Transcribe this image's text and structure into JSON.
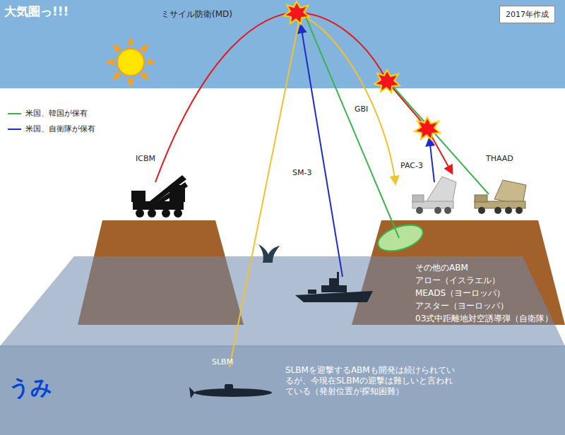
{
  "diagram": {
    "nodes": [
      {
        "text": [
          "2017年作成"
        ]
      }
    ],
    "labels": [
      "大気圏っ!!!",
      "ミサイル防衛(MD)",
      "ICBM",
      "SM-3",
      "GBI",
      "PAC-3",
      "THAAD",
      "その他のABM",
      "アロー（イスラエル）",
      "MEADS（ヨーロッパ）",
      "アスター（ヨーロッパ）",
      "03式中距離地対空誘導弾（自衛隊）",
      "SLBM",
      "うみ",
      "SLBMを迎撃するABMも開発は続けられているが、今現在SLBMの迎撃は難しいと言われている（発射位置が探知困難）"
    ],
    "legend": [
      {
        "text": "米国、韓国が保有"
      },
      {
        "text": "米国、自衛隊が保有"
      }
    ]
  }
}
